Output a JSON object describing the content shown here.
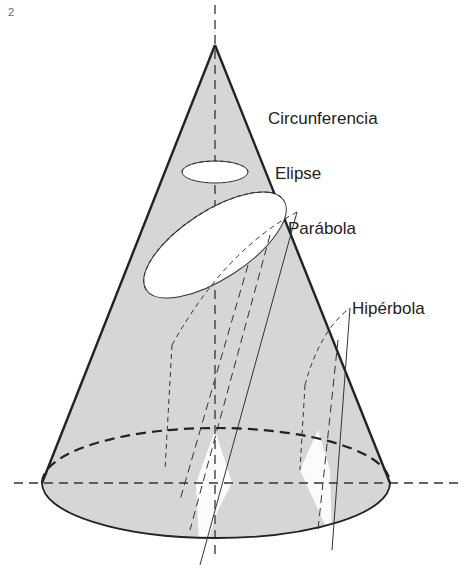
{
  "diagram": {
    "labels": [
      "2",
      "Circunferencia",
      "Elipse",
      "Parábola",
      "Hipérbola"
    ]
  }
}
